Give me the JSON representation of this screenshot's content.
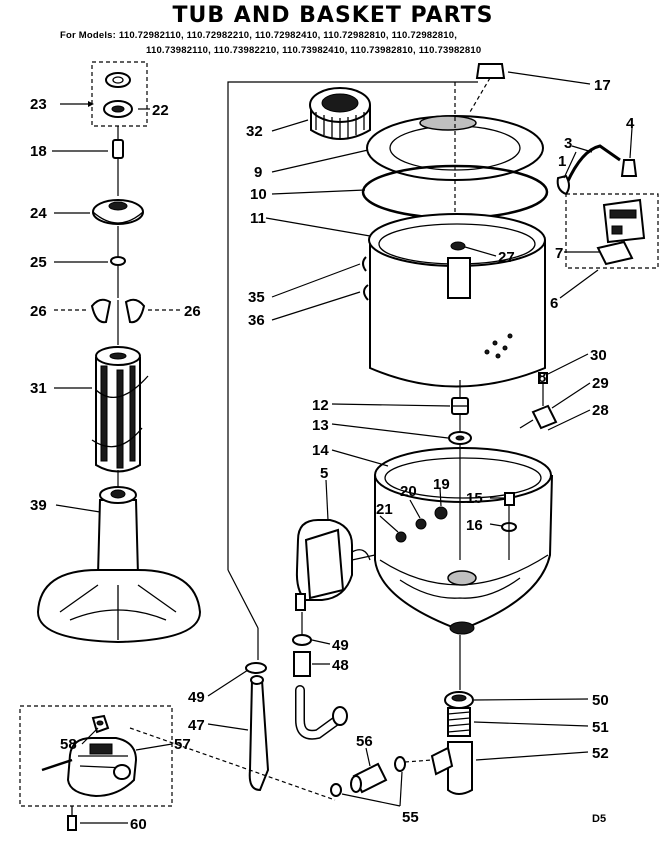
{
  "title": "TUB AND BASKET PARTS",
  "models_line1": "For Models: 110.72982110, 110.72982210, 110.72982410, 110.72982810, 110.72982810,",
  "models_line2": "110.73982110, 110.73982210, 110.73982410, 110.73982810, 110.73982810",
  "page_code": "D5",
  "callouts": {
    "p1": "1",
    "p3": "3",
    "p4": "4",
    "p5": "5",
    "p6": "6",
    "p7": "7",
    "p8": "8",
    "p9": "9",
    "p10": "10",
    "p11": "11",
    "p12": "12",
    "p13": "13",
    "p14": "14",
    "p15": "15",
    "p16": "16",
    "p17": "17",
    "p18": "18",
    "p19": "19",
    "p20": "20",
    "p21": "21",
    "p22": "22",
    "p23": "23",
    "p24": "24",
    "p25": "25",
    "p26a": "26",
    "p26b": "26",
    "p27": "27",
    "p28": "28",
    "p29": "29",
    "p30": "30",
    "p31": "31",
    "p32": "32",
    "p35": "35",
    "p36": "36",
    "p39": "39",
    "p47": "47",
    "p48": "48",
    "p49a": "49",
    "p49b": "49",
    "p50": "50",
    "p51": "51",
    "p52": "52",
    "p55": "55",
    "p56": "56",
    "p57": "57",
    "p58": "58",
    "p60": "60"
  }
}
